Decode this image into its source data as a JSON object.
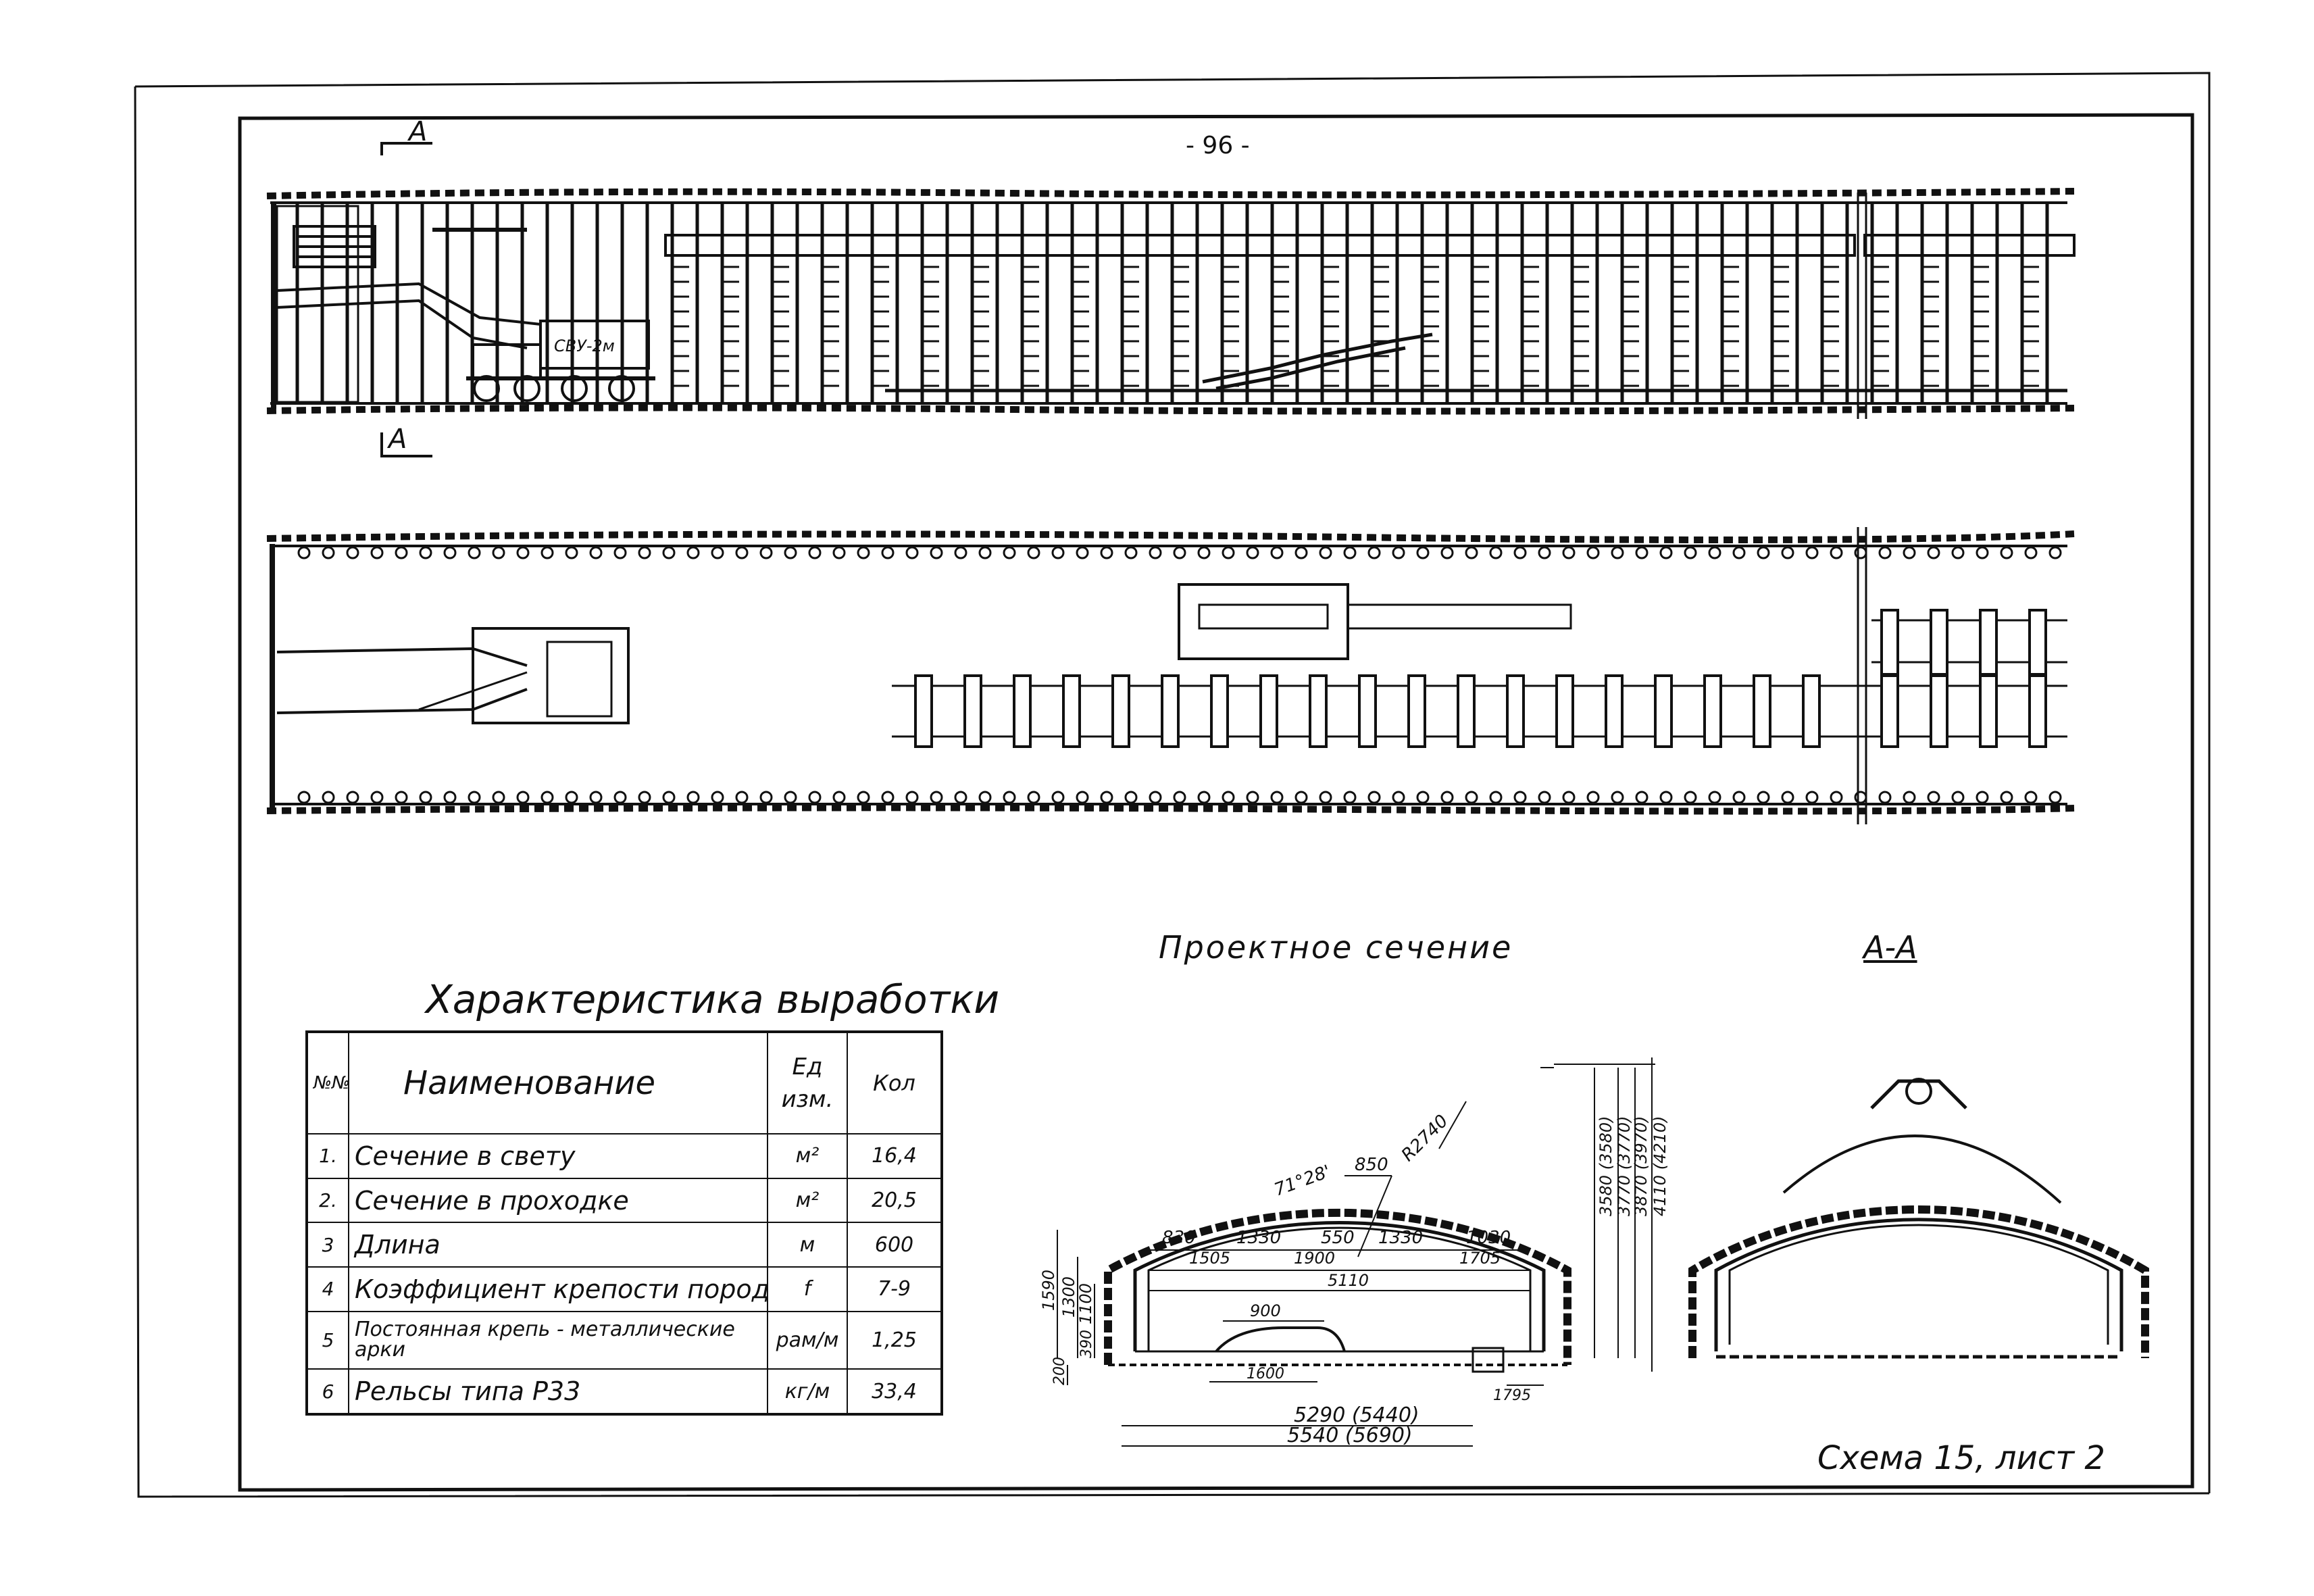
{
  "page": {
    "number": "- 96 -",
    "section_marker_top": "A",
    "section_marker_bottom": "A",
    "design_section_title": "Проектное  сечение",
    "section_aa_title": "A-A",
    "scheme_label": "Схема 15, лист 2"
  },
  "machine_label": "СВУ-2м",
  "characteristics": {
    "title": "Характеристика выработки",
    "headers": {
      "num": "№№ п/п",
      "name": "Наименование",
      "unit": "Ед изм.",
      "qty": "Кол"
    },
    "rows": [
      {
        "num": "1.",
        "name": "Сечение в свету",
        "unit": "м²",
        "value": "16,4"
      },
      {
        "num": "2.",
        "name": "Сечение в проходке",
        "unit": "м²",
        "value": "20,5"
      },
      {
        "num": "3",
        "name": "Длина",
        "unit": "м",
        "value": "600"
      },
      {
        "num": "4",
        "name": "Коэффициент крепости пород",
        "unit": "f",
        "value": "7-9"
      },
      {
        "num": "5",
        "name": "Постоянная крепь - металлические арки",
        "unit": "рам/м",
        "value": "1,25"
      },
      {
        "num": "6",
        "name": "Рельсы типа Р33",
        "unit": "кг/м",
        "value": "33,4"
      }
    ]
  },
  "dimensions": {
    "w_830": "830",
    "w_1330a": "1330",
    "w_550": "550",
    "w_1330b": "1330",
    "w_1030": "1030",
    "w_1505": "1505",
    "w_1900": "1900",
    "w_1705": "1705",
    "w_5110": "5110",
    "w_900": "900",
    "w_1600": "1600",
    "w_1795": "1795",
    "w_5290": "5290 (5440)",
    "w_5540": "5540 (5690)",
    "angle": "71°28'",
    "w_850": "850",
    "r_2740": "R2740",
    "h_3580": "3580 (3580)",
    "h_3770": "3770 (3770)",
    "h_3870": "3870 (3970)",
    "h_4110": "4110 (4210)",
    "h_1590": "1590",
    "h_1300": "1300",
    "h_1100": "1100",
    "h_390": "390",
    "h_200": "200"
  }
}
